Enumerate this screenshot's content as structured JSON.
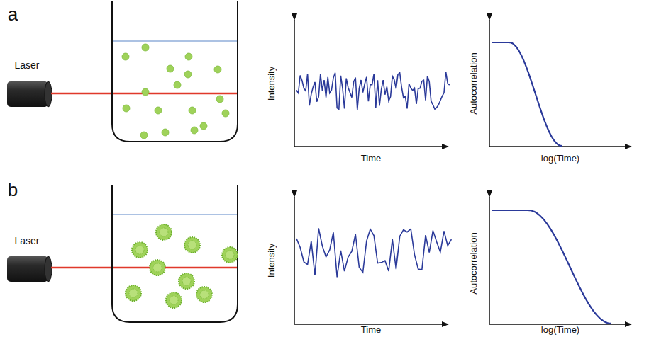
{
  "diagram": {
    "labels": [
      "a",
      "Laser",
      "Intensity",
      "Time",
      "Autocorrelation",
      "log(Time)",
      "b",
      "Laser",
      "Intensity",
      "Time",
      "Autocorrelation",
      "log(Time)"
    ]
  }
}
